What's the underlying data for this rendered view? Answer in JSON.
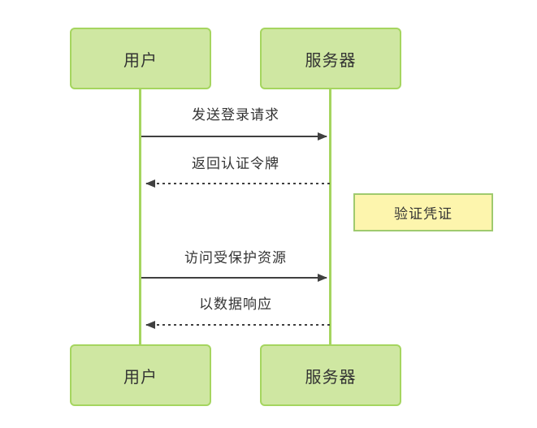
{
  "diagram": {
    "type": "sequence-diagram",
    "colors": {
      "canvas_bg": "#ffffff",
      "actor_fill": "#cfe7a2",
      "actor_border": "#a5d55f",
      "lifeline": "#a5d55f",
      "arrow": "#404040",
      "note_fill": "#fdf5ad",
      "note_border": "#9fca6e",
      "text": "#333333"
    },
    "actors": [
      {
        "label": "用户"
      },
      {
        "label": "服务器"
      }
    ],
    "messages": [
      {
        "label": "发送登录请求",
        "from": "用户",
        "to": "服务器",
        "line": "solid"
      },
      {
        "label": "返回认证令牌",
        "from": "服务器",
        "to": "用户",
        "line": "dashed"
      },
      {
        "label": "访问受保护资源",
        "from": "用户",
        "to": "服务器",
        "line": "solid"
      },
      {
        "label": "以数据响应",
        "from": "服务器",
        "to": "用户",
        "line": "dashed"
      }
    ],
    "note": {
      "label": "验证凭证",
      "attached_to": "服务器"
    }
  }
}
